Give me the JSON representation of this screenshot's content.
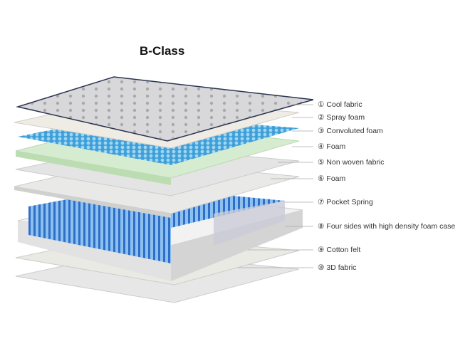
{
  "title": "B-Class",
  "layers": [
    {
      "num": "①",
      "label": "Cool fabric"
    },
    {
      "num": "②",
      "label": "Spray foam"
    },
    {
      "num": "③",
      "label": "Convoluted foam"
    },
    {
      "num": "④",
      "label": "Foam"
    },
    {
      "num": "⑤",
      "label": "Non woven fabric"
    },
    {
      "num": "⑥",
      "label": "Foam"
    },
    {
      "num": "⑦",
      "label": "Pocket Spring"
    },
    {
      "num": "⑧",
      "label": "Four sides with high density foam case"
    },
    {
      "num": "⑨",
      "label": "Cotton felt"
    },
    {
      "num": "⑩",
      "label": "3D fabric"
    }
  ]
}
